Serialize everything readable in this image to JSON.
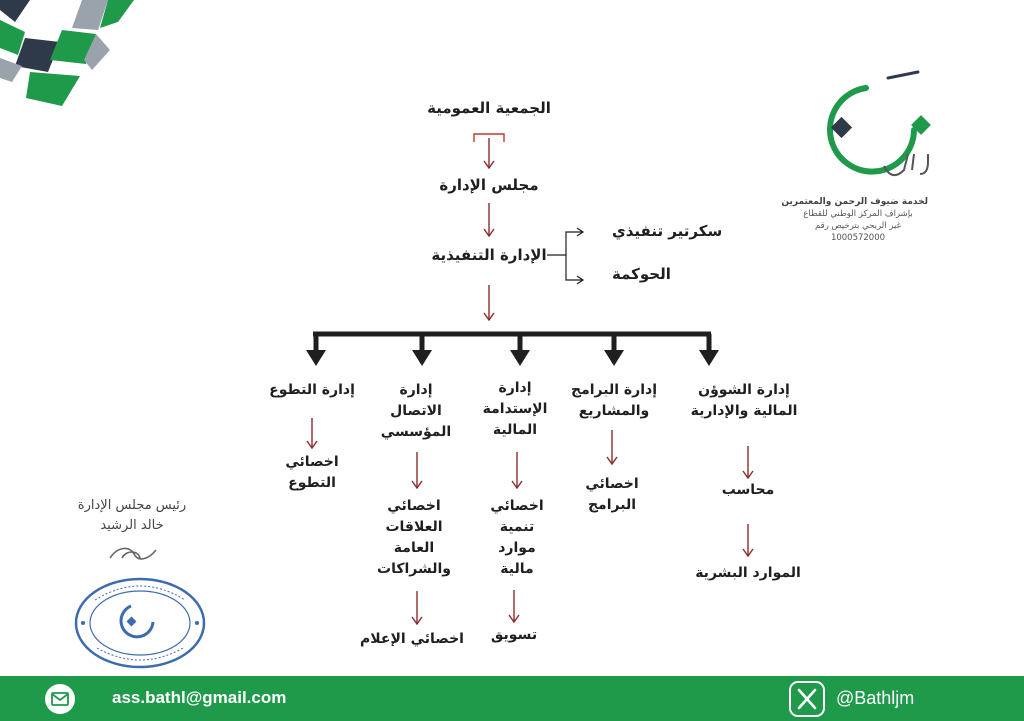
{
  "chart_data": {
    "type": "org-chart",
    "nodes": [
      {
        "id": "general",
        "label": "الجمعية العمومية"
      },
      {
        "id": "board",
        "label": "مجلس الإدارة"
      },
      {
        "id": "exec",
        "label": "الإدارة التنفيذية"
      },
      {
        "id": "secretary",
        "label": "سكرتير تنفيذي"
      },
      {
        "id": "governance",
        "label": "الحوكمة"
      },
      {
        "id": "volunteer",
        "label": "إدارة التطوع"
      },
      {
        "id": "comm",
        "label": "إدارة الاتصال المؤسسي"
      },
      {
        "id": "sustain",
        "label": "إدارة الإستدامة المالية"
      },
      {
        "id": "programs",
        "label": "إدارة البرامج والمشاريع"
      },
      {
        "id": "admin",
        "label": "إدارة الشوؤن المالية والإدارية"
      },
      {
        "id": "vol_spec",
        "label": "اخصائي التطوع"
      },
      {
        "id": "pr_spec",
        "label": "اخصائي العلاقات العامة والشراكات"
      },
      {
        "id": "media_spec",
        "label": "اخصائي الإعلام"
      },
      {
        "id": "fin_spec",
        "label": "اخصائي تنمية موارد مالية"
      },
      {
        "id": "marketing",
        "label": "تسويق"
      },
      {
        "id": "prog_spec",
        "label": "اخصائي البرامج"
      },
      {
        "id": "accountant",
        "label": "محاسب"
      },
      {
        "id": "hr",
        "label": "الموارد البشرية"
      }
    ],
    "edges": [
      [
        "general",
        "board"
      ],
      [
        "board",
        "exec"
      ],
      [
        "exec",
        "secretary"
      ],
      [
        "exec",
        "governance"
      ],
      [
        "exec",
        "volunteer"
      ],
      [
        "exec",
        "comm"
      ],
      [
        "exec",
        "sustain"
      ],
      [
        "exec",
        "programs"
      ],
      [
        "exec",
        "admin"
      ],
      [
        "volunteer",
        "vol_spec"
      ],
      [
        "comm",
        "pr_spec"
      ],
      [
        "pr_spec",
        "media_spec"
      ],
      [
        "sustain",
        "fin_spec"
      ],
      [
        "fin_spec",
        "marketing"
      ],
      [
        "programs",
        "prog_spec"
      ],
      [
        "admin",
        "accountant"
      ],
      [
        "accountant",
        "hr"
      ]
    ]
  },
  "org": {
    "general": "الجمعية العمومية",
    "board": "مجلس الإدارة",
    "exec": "الإدارة التنفيذية",
    "secretary": "سكرتير تنفيذي",
    "governance": "الحوكمة",
    "dept_volunteer": [
      "إدارة التطوع"
    ],
    "dept_comm": [
      "إدارة",
      "الاتصال",
      "المؤسسي"
    ],
    "dept_sustain": [
      "إدارة",
      "الإستدامة",
      "المالية"
    ],
    "dept_programs": [
      "إدارة البرامج",
      "والمشاريع"
    ],
    "dept_admin": [
      "إدارة الشوؤن",
      "المالية والإدارية"
    ],
    "vol_spec": [
      "اخصائي",
      "التطوع"
    ],
    "pr_spec": [
      "اخصائي",
      "العلاقات",
      "العامة",
      "والشراكات"
    ],
    "media_spec": "اخصائي الإعلام",
    "fin_spec": [
      "اخصائي",
      "تنمية",
      "موارد",
      "مالية"
    ],
    "marketing": "تسويق",
    "prog_spec": [
      "اخصائي",
      "البرامج"
    ],
    "accountant": "محاسب",
    "hr": "الموارد البشرية"
  },
  "logo": {
    "name": "بَذل",
    "tagline": [
      "لخدمة ضيوف الرحمن والمعتمرين",
      "بإشراف المركز الوطني للقطاع",
      "غير الربحي بترخيص رقم",
      "1000572000"
    ]
  },
  "chairman": {
    "title": "رئيس مجلس الإدارة",
    "name": "خالد الرشيد"
  },
  "footer": {
    "email": "ass.bathl@gmail.com",
    "handle": "@Bathljm"
  },
  "colors": {
    "brand_green": "#1f9a4b",
    "arrow_red": "#8b2c2c",
    "dark_navy": "#2e3a4a",
    "stamp_blue": "#3d6bb0"
  },
  "icons": [
    "mail-icon",
    "x-logo-icon",
    "signature-icon",
    "stamp-icon"
  ]
}
